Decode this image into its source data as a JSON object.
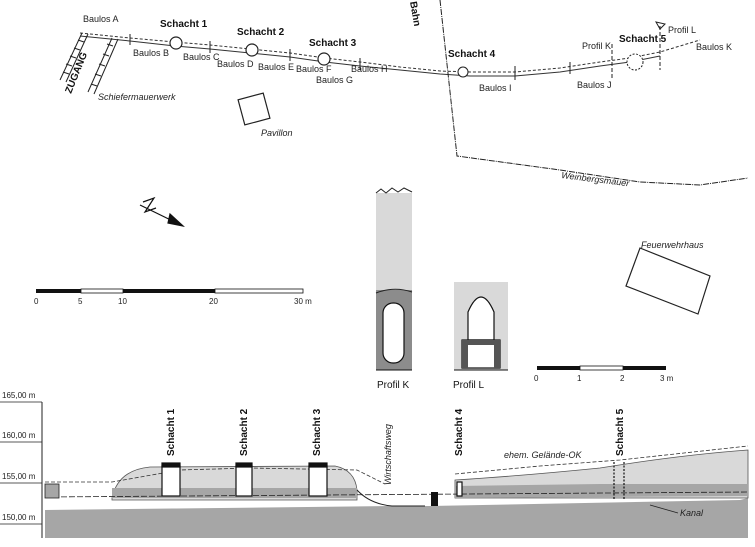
{
  "plan": {
    "baulos": [
      "Baulos A",
      "Baulos B",
      "Baulos C",
      "Baulos D",
      "Baulos E",
      "Baulos F",
      "Baulos G",
      "Baulos H",
      "Baulos I",
      "Baulos J",
      "Baulos K"
    ],
    "schaechte": [
      "Schacht 1",
      "Schacht 2",
      "Schacht 3",
      "Schacht 4",
      "Schacht 5"
    ],
    "profile": [
      "Profil K",
      "Profil L"
    ],
    "zugang": "ZUGANG",
    "schiefermauerwerk": "Schiefermauerwerk",
    "pavillon": "Pavillon",
    "weinbergsmauer": "Weinbergsmauer",
    "feuerwehrhaus": "Feuerwehrhaus",
    "bahn": "Bahn"
  },
  "scale_large": {
    "ticks": [
      "0",
      "5",
      "10",
      "20",
      "30 m"
    ]
  },
  "scale_small": {
    "ticks": [
      "0",
      "1",
      "2",
      "3 m"
    ]
  },
  "profiles": {
    "k_label": "Profil K",
    "l_label": "Profil L"
  },
  "section": {
    "levels": [
      "165,00 m",
      "160,00 m",
      "155,00 m",
      "150,00 m"
    ],
    "schaechte": [
      "Schacht 1",
      "Schacht 2",
      "Schacht 3",
      "Schacht 4",
      "Schacht 5"
    ],
    "wirtschaftsweg": "Wirtschaftsweg",
    "gelaende": "ehem. Gelände-OK",
    "kanal": "Kanal"
  },
  "colors": {
    "fill_light": "#d9d9d9",
    "fill_mid": "#a6a6a6",
    "fill_dark": "#8c8c8c",
    "line": "#222222"
  }
}
